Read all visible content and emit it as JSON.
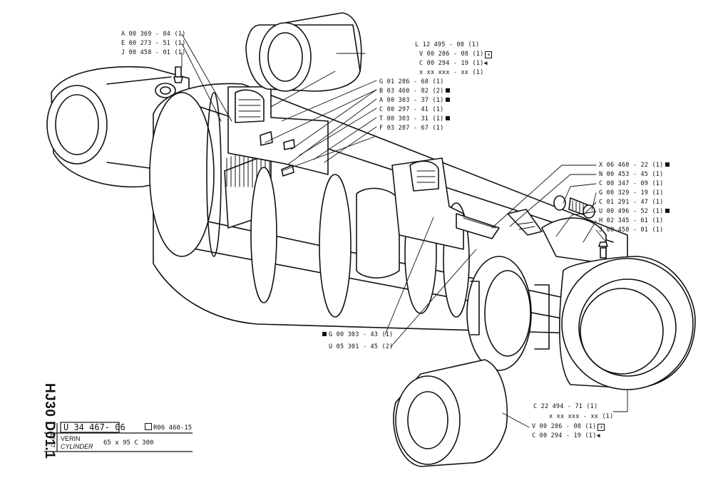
{
  "sheet": {
    "code_vertical": "HJ30 D01.1",
    "date_vertical": "12-77",
    "part_number": "U 34 467- 06",
    "reference": "R06 460-15",
    "title_fr": "VERIN",
    "title_en": "CYLINDER",
    "spec": "65 x 95  C 300"
  },
  "labels_top_left": [
    "A 00 369 - 84 (1)",
    "E 00 273 - 51 (1)",
    "J 00 458 - 01 (1)"
  ],
  "labels_top_center": [
    "L 12 495 - 08 (1)",
    "V 00 286 - 08 (1)",
    "C 00 294 - 19 (1)",
    "x xx xxx - xx (1)",
    "G 01 286 - 68 (1)",
    "B 03 460 - 82 (2)",
    "A 00 303 - 37 (1)",
    "C 00 297 - 41 (1)",
    "T 00 303 - 31 (1)",
    "F 03 287 - 67 (1)"
  ],
  "labels_right": [
    "X 06 460 - 22 (1)",
    "N 00 453 - 45 (1)",
    "C 00 347 - 09 (1)",
    "G 00 329 - 19 (1)",
    "C 01 291 - 47 (1)",
    "U 00 496 - 52 (1)",
    "H 02 345 - 61 (1)",
    "J 00 458 - 01 (1)"
  ],
  "labels_mid_bottom": [
    "G 00 303 - 43 (1)",
    "U 05 301 - 45 (2)"
  ],
  "labels_bottom_right": [
    "C 22 494 - 71 (1)",
    "x xx xxx - xx (1)",
    "V 00 286 - 08 (1)",
    "C 00 294 - 19 (1)"
  ],
  "icons": [
    "square-mark-icon",
    "boxed-note-icon",
    "arrow-left-icon"
  ]
}
